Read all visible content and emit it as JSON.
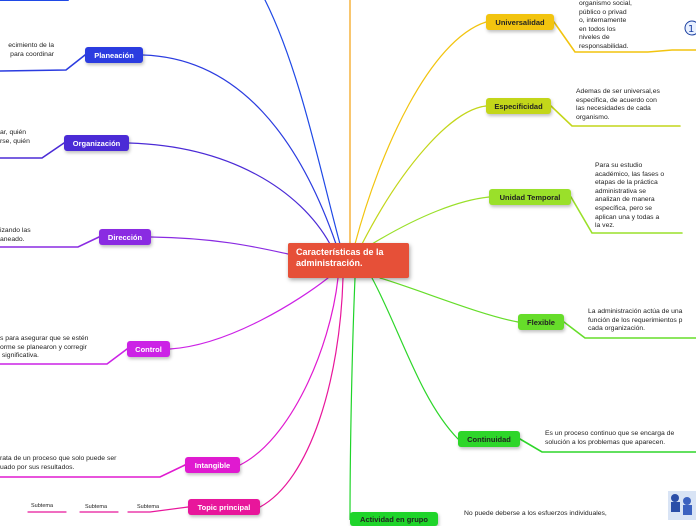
{
  "central": {
    "title": "Características de la administración."
  },
  "left_topics": [
    {
      "id": "planeacion",
      "label": "Planeación",
      "color": "#2b3ce0",
      "desc": "ecimiento de la\n para coordinar"
    },
    {
      "id": "organizacion",
      "label": "Organización",
      "color": "#4b2bd6",
      "desc": "ar, quién\nrse, quién"
    },
    {
      "id": "direccion",
      "label": "Dirección",
      "color": "#8a2be2",
      "desc": "izando las\naneado."
    },
    {
      "id": "control",
      "label": "Control",
      "color": "#cc22e6",
      "desc": "s para asegurar que se estén\norme se planearon y corregir\n significativa."
    },
    {
      "id": "intangible",
      "label": "Intangible",
      "color": "#e01ad0",
      "desc": "rata de un proceso que solo puede ser\nuado por sus resultados."
    },
    {
      "id": "topic-principal",
      "label": "Topic principal",
      "color": "#e8169b",
      "desc": ""
    }
  ],
  "right_topics": [
    {
      "id": "universalidad",
      "label": "Universalidad",
      "color": "#f2c40f",
      "desc": "organismo social,\npúblico o privad\no, internamente\nen todos los\nniveles de\nresponsabilidad."
    },
    {
      "id": "especificidad",
      "label": "Especificidad",
      "color": "#c3d61a",
      "desc": "Ademas de ser universal,es\nespecifica, de acuerdo con\nlas necesidades de cada\norganismo."
    },
    {
      "id": "unidad-temporal",
      "label": "Unidad Temporal",
      "color": "#9ae02a",
      "desc": "Para su estudio\nacadémico, las fases o\netapas de la práctica\nadministrativa se\nanalizan de manera\nespecífica, pero se\naplican una y todas a\nla vez."
    },
    {
      "id": "flexible",
      "label": "Flexible",
      "color": "#66dd2a",
      "desc": "La administración actúa de una\nfunción de los requerimientos p\ncada organización."
    },
    {
      "id": "continuidad",
      "label": "Continuidad",
      "color": "#2ed62a",
      "desc": "Es un proceso continuo que se encarga de\nsolución a los problemas que aparecen."
    },
    {
      "id": "actividad-en-grupo",
      "label": "Actividad en grupo",
      "color": "#1fd42a",
      "desc": "No puede deberse a los esfuerzos individuales,"
    }
  ],
  "subtopics": [
    "Subtema",
    "Subtema",
    "Subtema"
  ],
  "colors": {
    "central": "#e65038",
    "top_branch": "#1f49e6",
    "orange_branch": "#f2a10f"
  }
}
